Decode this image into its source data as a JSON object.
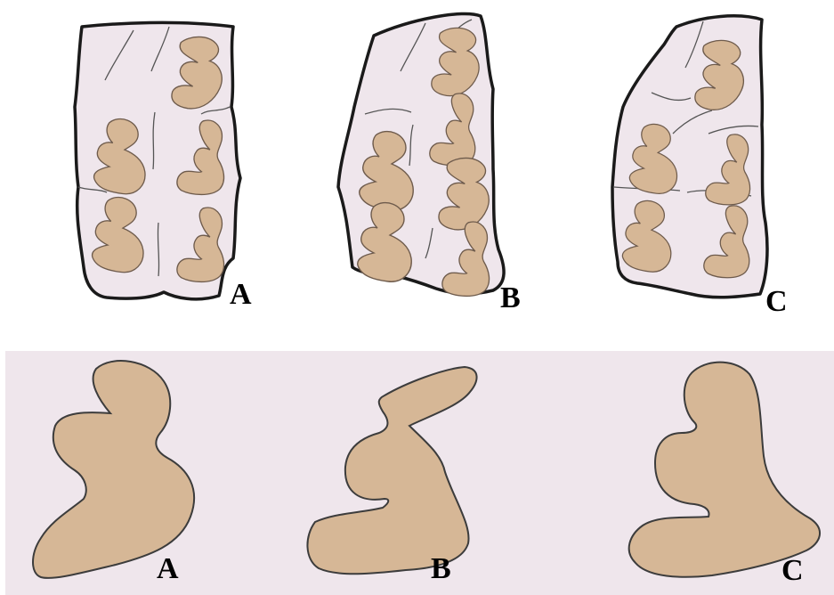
{
  "top_row": {
    "labels": [
      "A",
      "B",
      "C"
    ]
  },
  "bottom_row": {
    "labels": [
      "A",
      "B",
      "C"
    ]
  },
  "colors": {
    "fragment_fill": "#efe6ec",
    "fragment_stroke": "#1a1a1a",
    "leaf_fill": "#d6b796",
    "leaf_stroke": "#6e5b4c",
    "panel_background": "#efe6ec"
  }
}
